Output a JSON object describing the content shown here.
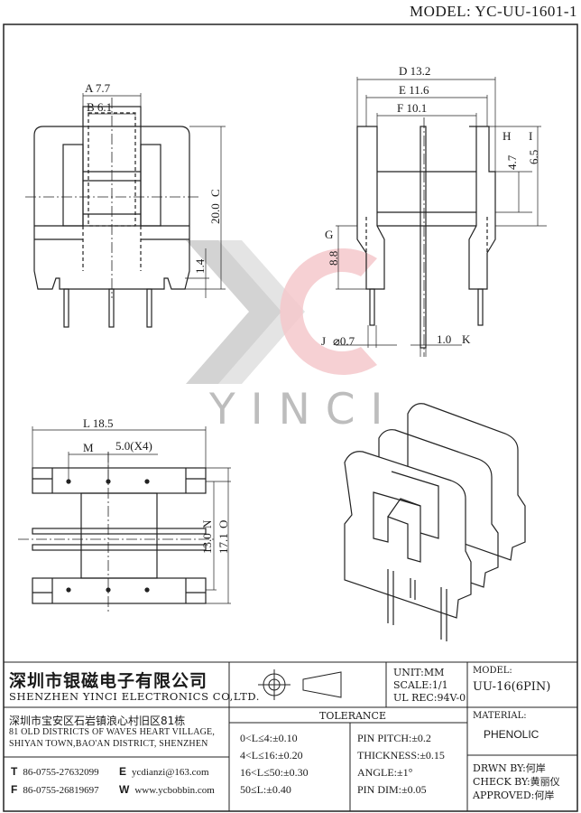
{
  "title": {
    "model_prefix": "MODEL:",
    "model_code": "YC-UU-1601-1"
  },
  "watermark": {
    "brand_text": "YINCI"
  },
  "dimensions": {
    "A": "A 7.7",
    "B": "B 6.1",
    "C": "C",
    "C_value": "20.0",
    "pin_offset": "1.4",
    "D": "D 13.2",
    "E": "E 11.6",
    "F": "F 10.1",
    "H_label": "H",
    "H_value": "4.7",
    "I_label": "I",
    "I_value": "6.5",
    "G_label": "G",
    "G_value": "8.8",
    "J_label": "J",
    "J_value": "⌀0.7",
    "K_value": "1.0",
    "K_label": "K",
    "L": "L 18.5",
    "M": "M",
    "M_value": "5.0(X4)",
    "N": "N",
    "N_value": "13.0",
    "O": "O",
    "O_value": "17.1"
  },
  "title_block": {
    "company_cn": "深圳市银磁电子有限公司",
    "company_en": "SHENZHEN YINCI ELECTRONICS CO,LTD.",
    "address_cn": "深圳市宝安区石岩镇浪心村旧区81栋",
    "address_en_1": "81 OLD DISTRICTS OF WAVES HEART VILLAGE,",
    "address_en_2": "SHIYAN TOWN,BAO'AN DISTRICT, SHENZHEN",
    "phone_label": "T",
    "phone": "86-0755-27632099",
    "fax_label": "F",
    "fax": "86-0755-26819697",
    "email_label": "E",
    "email": "ycdianzi@163.com",
    "web_label": "W",
    "web": "www.ycbobbin.com",
    "unit": "UNIT:MM",
    "scale": "SCALE:1/1",
    "ul_rec": "UL REC:94V-0",
    "model_label": "MODEL:",
    "model_value": "UU-16(6PIN)",
    "material_label": "MATERIAL:",
    "material_value": "PHENOLIC",
    "tolerance_label": "TOLERANCE",
    "tol_1": "0<L≤4:±0.10",
    "tol_2": "4<L≤16:±0.20",
    "tol_3": "16<L≤50:±0.30",
    "tol_4": "50≤L:±0.40",
    "tol_5": "PIN PITCH:±0.2",
    "tol_6": "THICKNESS:±0.15",
    "tol_7": "ANGLE:±1°",
    "tol_8": "PIN DIM:±0.05",
    "drawn_by": "DRWN BY:何岸",
    "check_by": "CHECK BY:黄丽仪",
    "approved": "APPROVED:何岸"
  }
}
